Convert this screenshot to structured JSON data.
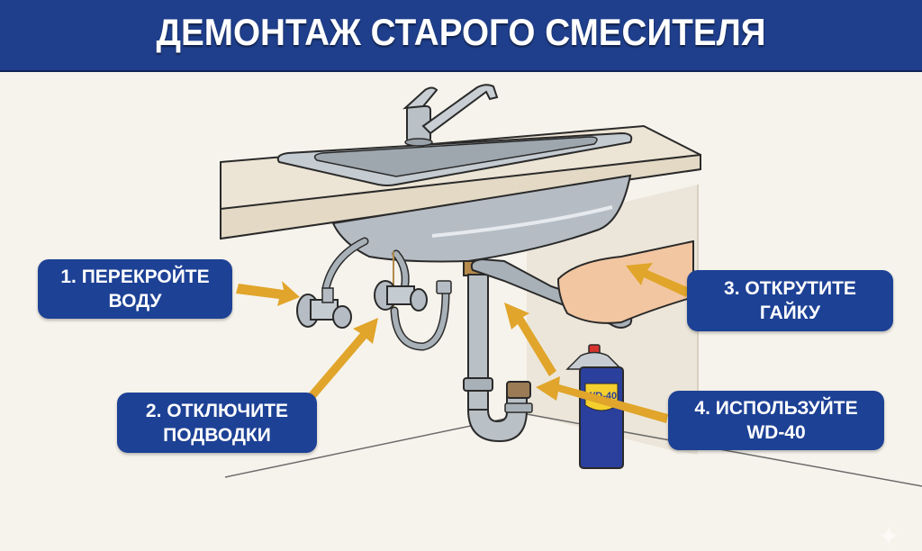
{
  "title": "ДЕМОНТАЖ СТАРОГО СМЕСИТЕЛЯ",
  "colors": {
    "header_bg": "#1f3f8c",
    "label_bg": "#1d4195",
    "arrow": "#e0a52a",
    "background": "#f6f3ec",
    "countertop": "#ece4d4",
    "metal": "#a9b1b8",
    "wd40_blue": "#2b3f9c",
    "wd40_yellow": "#f4cf2d",
    "wd40_cap": "#d8322c"
  },
  "steps": [
    {
      "number": "1.",
      "line1": "1. ПЕРЕКРОЙТЕ",
      "line2": "ВОДУ"
    },
    {
      "number": "2.",
      "line1": "2. ОТКЛЮЧИТЕ",
      "line2": "ПОДВОДКИ"
    },
    {
      "number": "3.",
      "line1": "3. ОТКРУТИТЕ",
      "line2": "ГАЙКУ"
    },
    {
      "number": "4.",
      "line1": "4. ИСПОЛЬЗУЙТЕ",
      "line2": "WD-40"
    }
  ],
  "illustration": {
    "can_label": "WD-40",
    "objects": [
      "sink",
      "faucet",
      "countertop",
      "shutoff-valves",
      "flex-hoses",
      "siphon-trap",
      "adjustable-wrench",
      "hand",
      "wd40-can"
    ]
  }
}
